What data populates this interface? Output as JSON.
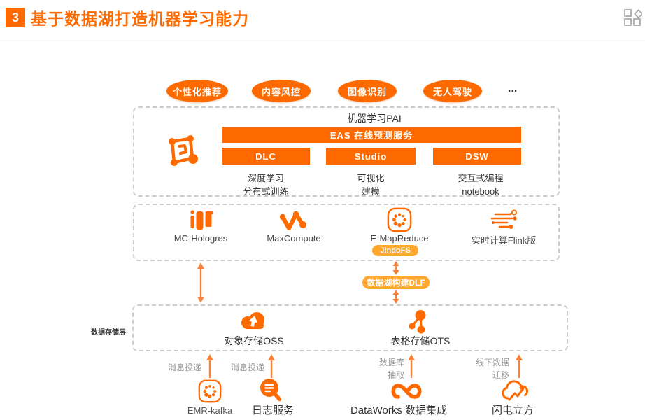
{
  "header": {
    "badge_number": "3",
    "title": "基于数据湖打造机器学习能力"
  },
  "scenarios": {
    "items": [
      "个性化推荐",
      "内容风控",
      "图像识别",
      "无人驾驶"
    ],
    "more": "..."
  },
  "pai": {
    "box_title": "机器学习PAI",
    "eas_label": "EAS 在线预测服务",
    "modules": [
      {
        "name": "DLC",
        "desc1": "深度学习",
        "desc2": "分布式训练"
      },
      {
        "name": "Studio",
        "desc1": "可视化",
        "desc2": "建模"
      },
      {
        "name": "DSW",
        "desc1": "交互式编程",
        "desc2": "notebook"
      }
    ]
  },
  "compute": {
    "items": [
      {
        "label": "MC-Hologres"
      },
      {
        "label": "MaxCompute"
      },
      {
        "label": "E-MapReduce",
        "badge": "JindoFS"
      },
      {
        "label": "实时计算Flink版"
      }
    ]
  },
  "dlf": {
    "label": "数据湖构建DLF"
  },
  "storage": {
    "layer_label": "数据存储层",
    "items": [
      {
        "label": "对象存储OSS"
      },
      {
        "label": "表格存储OTS"
      }
    ]
  },
  "sources": {
    "items": [
      {
        "flow1": "消息投递",
        "flow2": "",
        "name": "EMR-kafka"
      },
      {
        "flow1": "消息投递",
        "flow2": "",
        "name": "日志服务"
      },
      {
        "flow1": "数据库",
        "flow2": "抽取",
        "name": "DataWorks 数据集成"
      },
      {
        "flow1": "线下数据",
        "flow2": "迁移",
        "name": "闪电立方"
      }
    ]
  },
  "colors": {
    "accent": "#FF6A00",
    "amber": "#FFA72E",
    "arrow": "#F8823C",
    "dash_border": "#CBCBCB",
    "text_dark": "#333333",
    "text_gray": "#999999"
  }
}
